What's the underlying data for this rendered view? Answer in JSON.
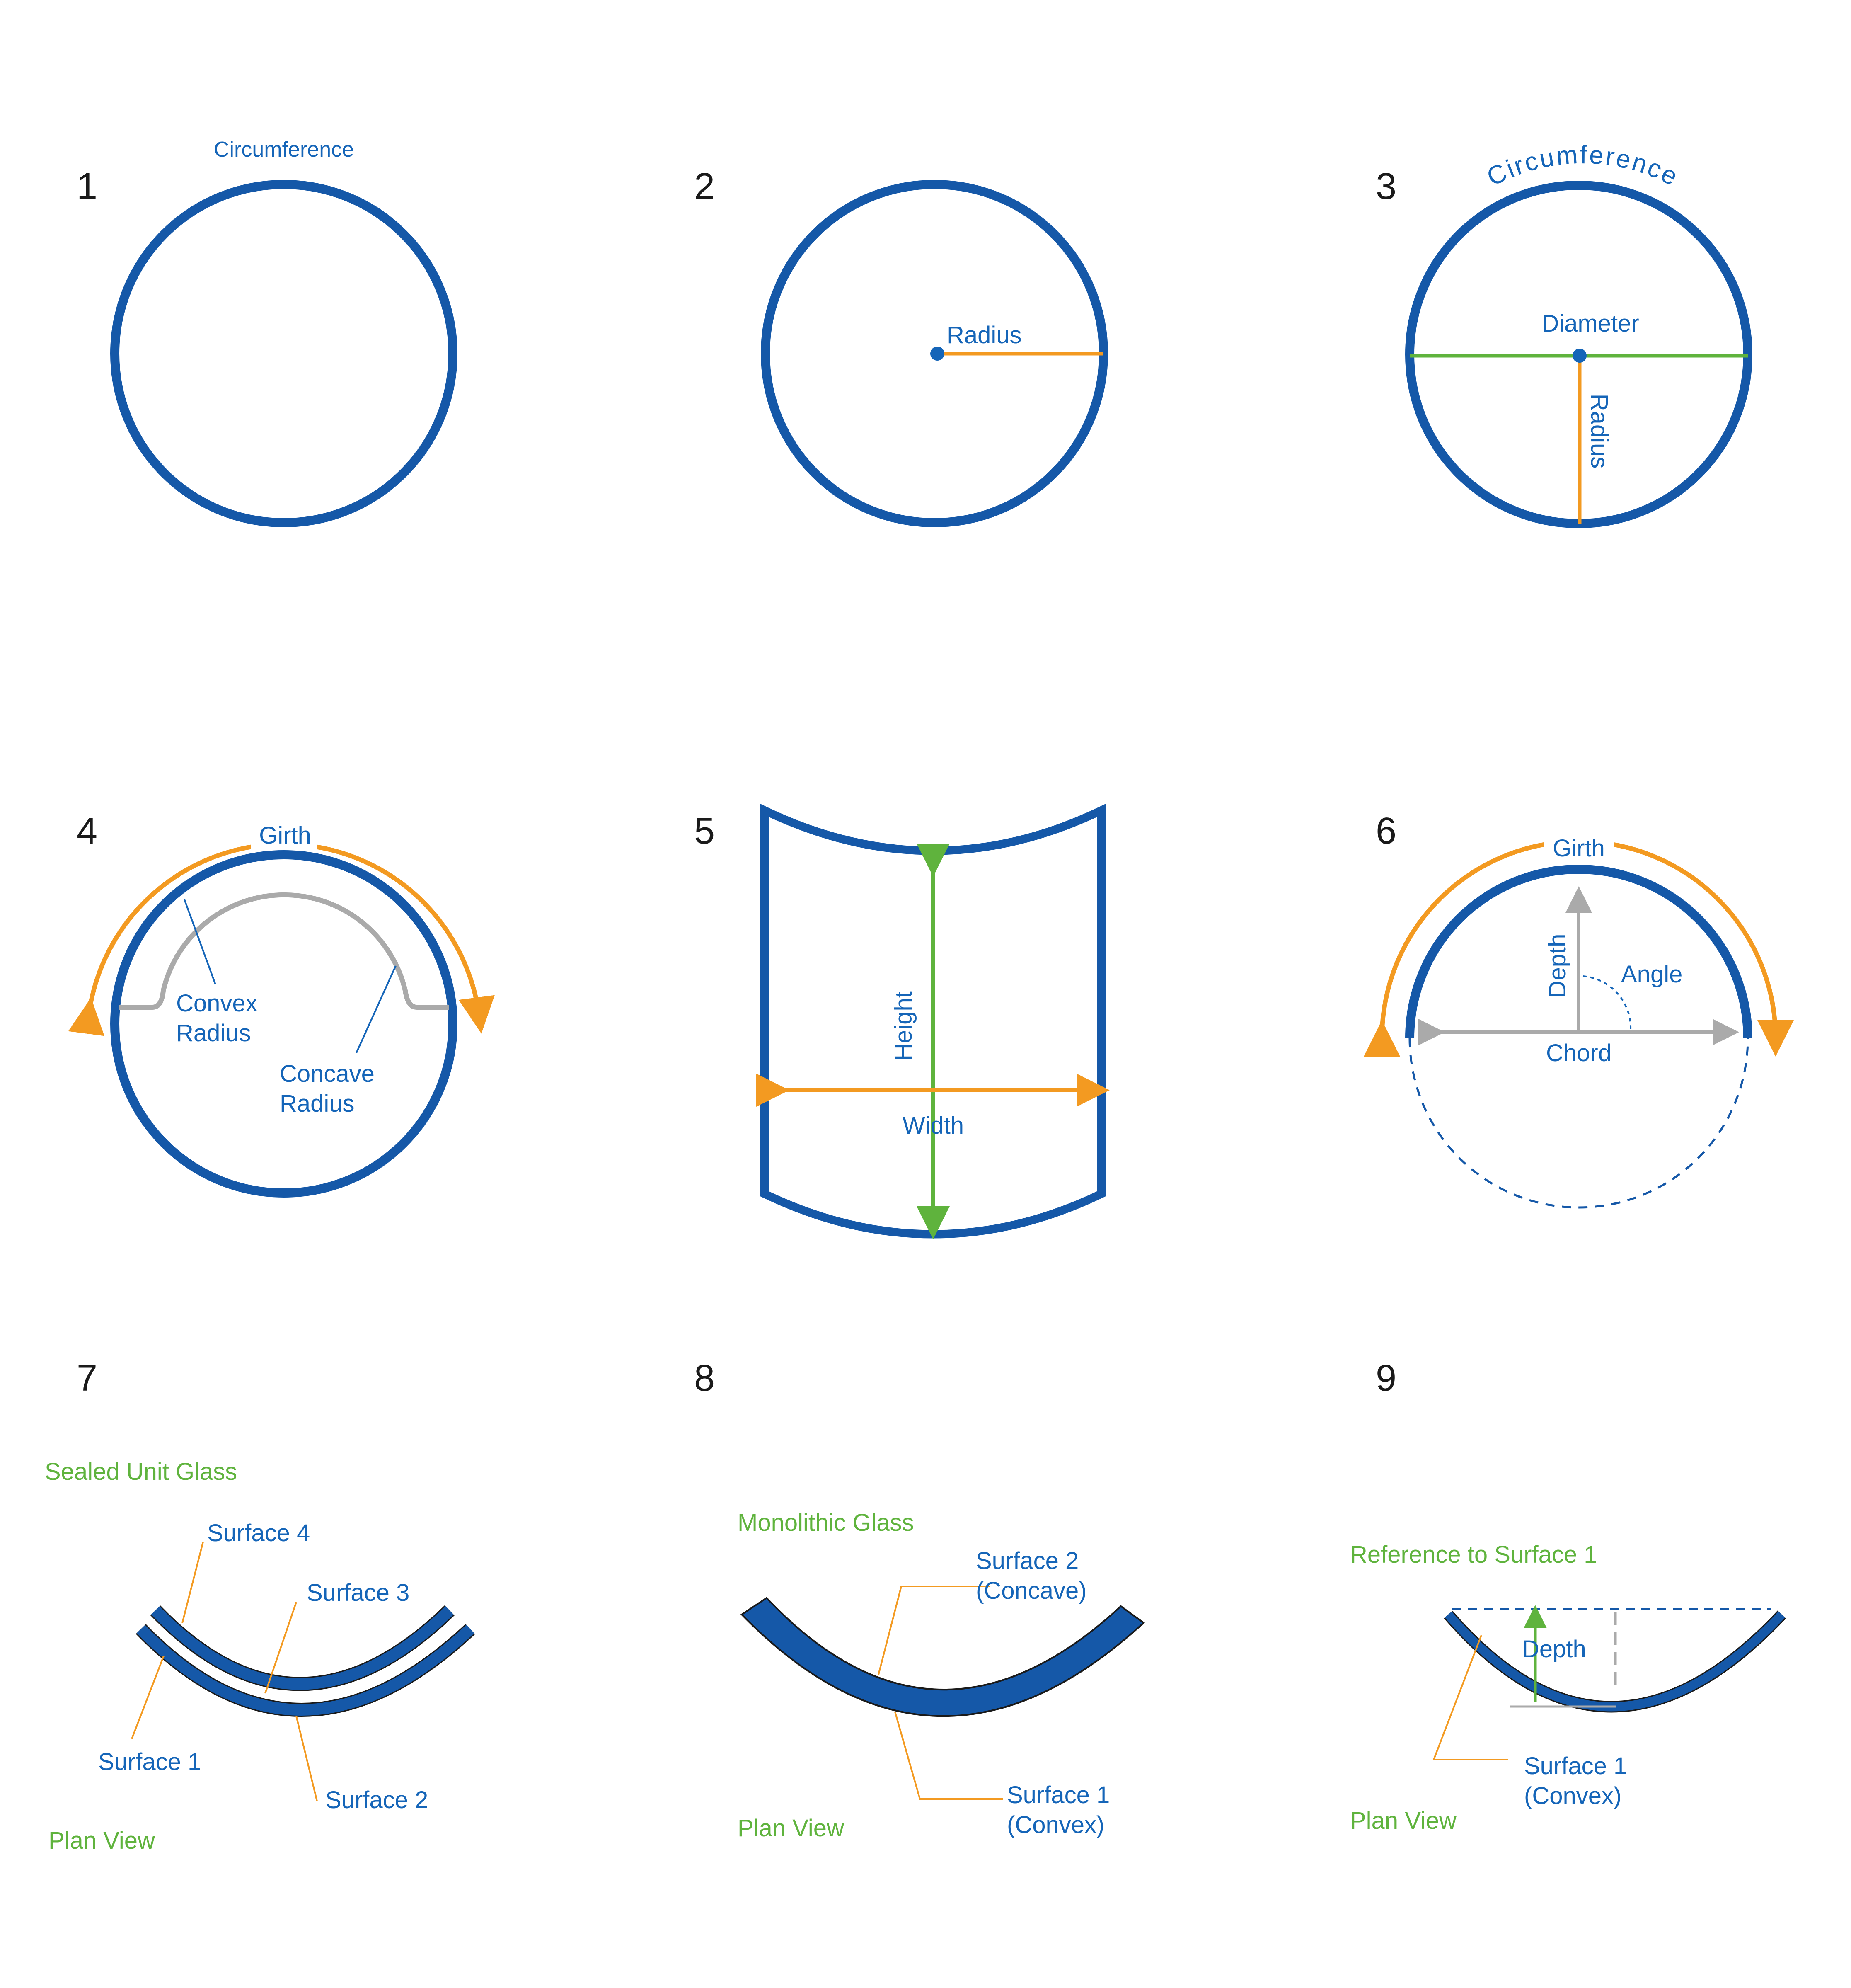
{
  "colors": {
    "blue": "#1558a8",
    "label_blue": "#1565b8",
    "orange": "#f39a21",
    "green": "#5fb33d",
    "gray": "#aaaaaa",
    "black": "#1a1a1a"
  },
  "panels": [
    {
      "number": "1",
      "labels": {
        "circumference": "Circumference"
      }
    },
    {
      "number": "2",
      "labels": {
        "radius": "Radius"
      }
    },
    {
      "number": "3",
      "labels": {
        "circumference": "Circumference",
        "diameter": "Diameter",
        "radius": "Radius"
      }
    },
    {
      "number": "4",
      "labels": {
        "girth": "Girth",
        "convex_1": "Convex",
        "convex_2": "Radius",
        "concave_1": "Concave",
        "concave_2": "Radius"
      }
    },
    {
      "number": "5",
      "labels": {
        "height": "Height",
        "width": "Width"
      }
    },
    {
      "number": "6",
      "labels": {
        "girth": "Girth",
        "depth": "Depth",
        "angle": "Angle",
        "chord": "Chord"
      }
    },
    {
      "number": "7",
      "labels": {
        "title": "Sealed Unit Glass",
        "surface4": "Surface 4",
        "surface3": "Surface 3",
        "surface1": "Surface 1",
        "surface2": "Surface 2",
        "view": "Plan View"
      }
    },
    {
      "number": "8",
      "labels": {
        "title": "Monolithic Glass",
        "surface2_1": "Surface 2",
        "surface2_2": "(Concave)",
        "surface1_1": "Surface 1",
        "surface1_2": "(Convex)",
        "view": "Plan View"
      }
    },
    {
      "number": "9",
      "labels": {
        "title": "Reference to Surface 1",
        "depth": "Depth",
        "surface1_1": "Surface 1",
        "surface1_2": "(Convex)",
        "view": "Plan View"
      }
    }
  ]
}
